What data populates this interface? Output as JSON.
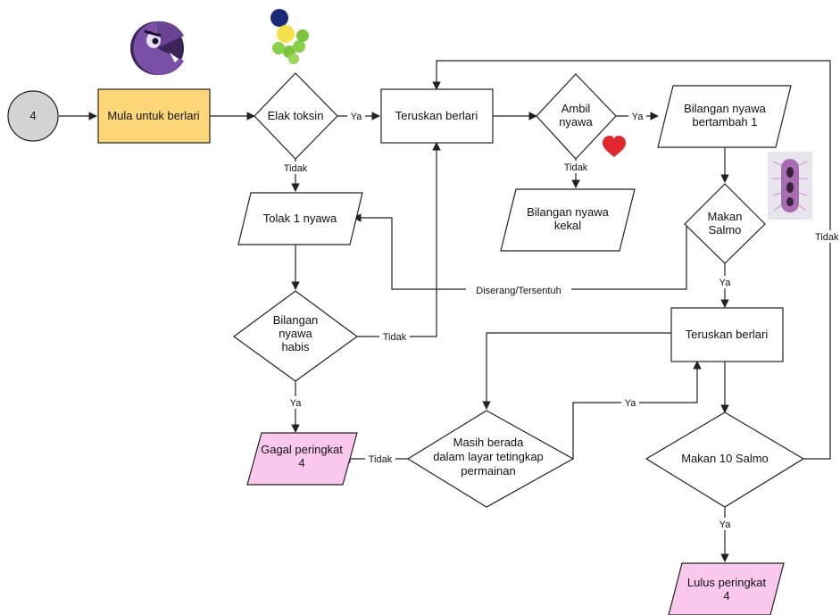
{
  "colors": {
    "start": "#d3d3d3",
    "process_highlight": "#fdd777",
    "terminal": "#f9c8ec",
    "default": "#ffffff",
    "line": "#222222"
  },
  "nodes": {
    "start": "4",
    "mula": "Mula untuk berlari",
    "elak": "Elak toksin",
    "teruskan1": "Teruskan berlari",
    "ambil": [
      "Ambil",
      "nyawa"
    ],
    "bertambah": [
      "Bilangan nyawa",
      "bertambah 1"
    ],
    "tolak": "Tolak 1 nyawa",
    "kekal": [
      "Bilangan nyawa",
      "kekal"
    ],
    "makan_salmo": [
      "Makan",
      "Salmo"
    ],
    "habis": [
      "Bilangan",
      "nyawa",
      "habis"
    ],
    "teruskan2": "Teruskan berlari",
    "masih": [
      "Masih berada",
      "dalam layar tetingkap",
      "permainan"
    ],
    "makan10": "Makan 10 Salmo",
    "gagal": [
      "Gagal peringkat",
      "4"
    ],
    "lulus": [
      "Lulus peringkat",
      "4"
    ]
  },
  "edge_labels": {
    "elak_ya": "Ya",
    "elak_tidak": "Tidak",
    "ambil_ya": "Ya",
    "ambil_tidak": "Tidak",
    "salmo_diserang": "Diserang/Tersentuh",
    "salmo_ya": "Ya",
    "habis_tidak": "Tidak",
    "habis_ya": "Ya",
    "masih_ya": "Ya",
    "masih_tidak": "Tidak",
    "makan10_ya": "Ya",
    "makan10_tidak": "Tidak"
  },
  "icons": {
    "pacman": "pacman-monster-icon",
    "molecule": "toxin-molecule-icon",
    "heart": "heart-icon",
    "salmo": "salmonella-bacteria-icon"
  }
}
